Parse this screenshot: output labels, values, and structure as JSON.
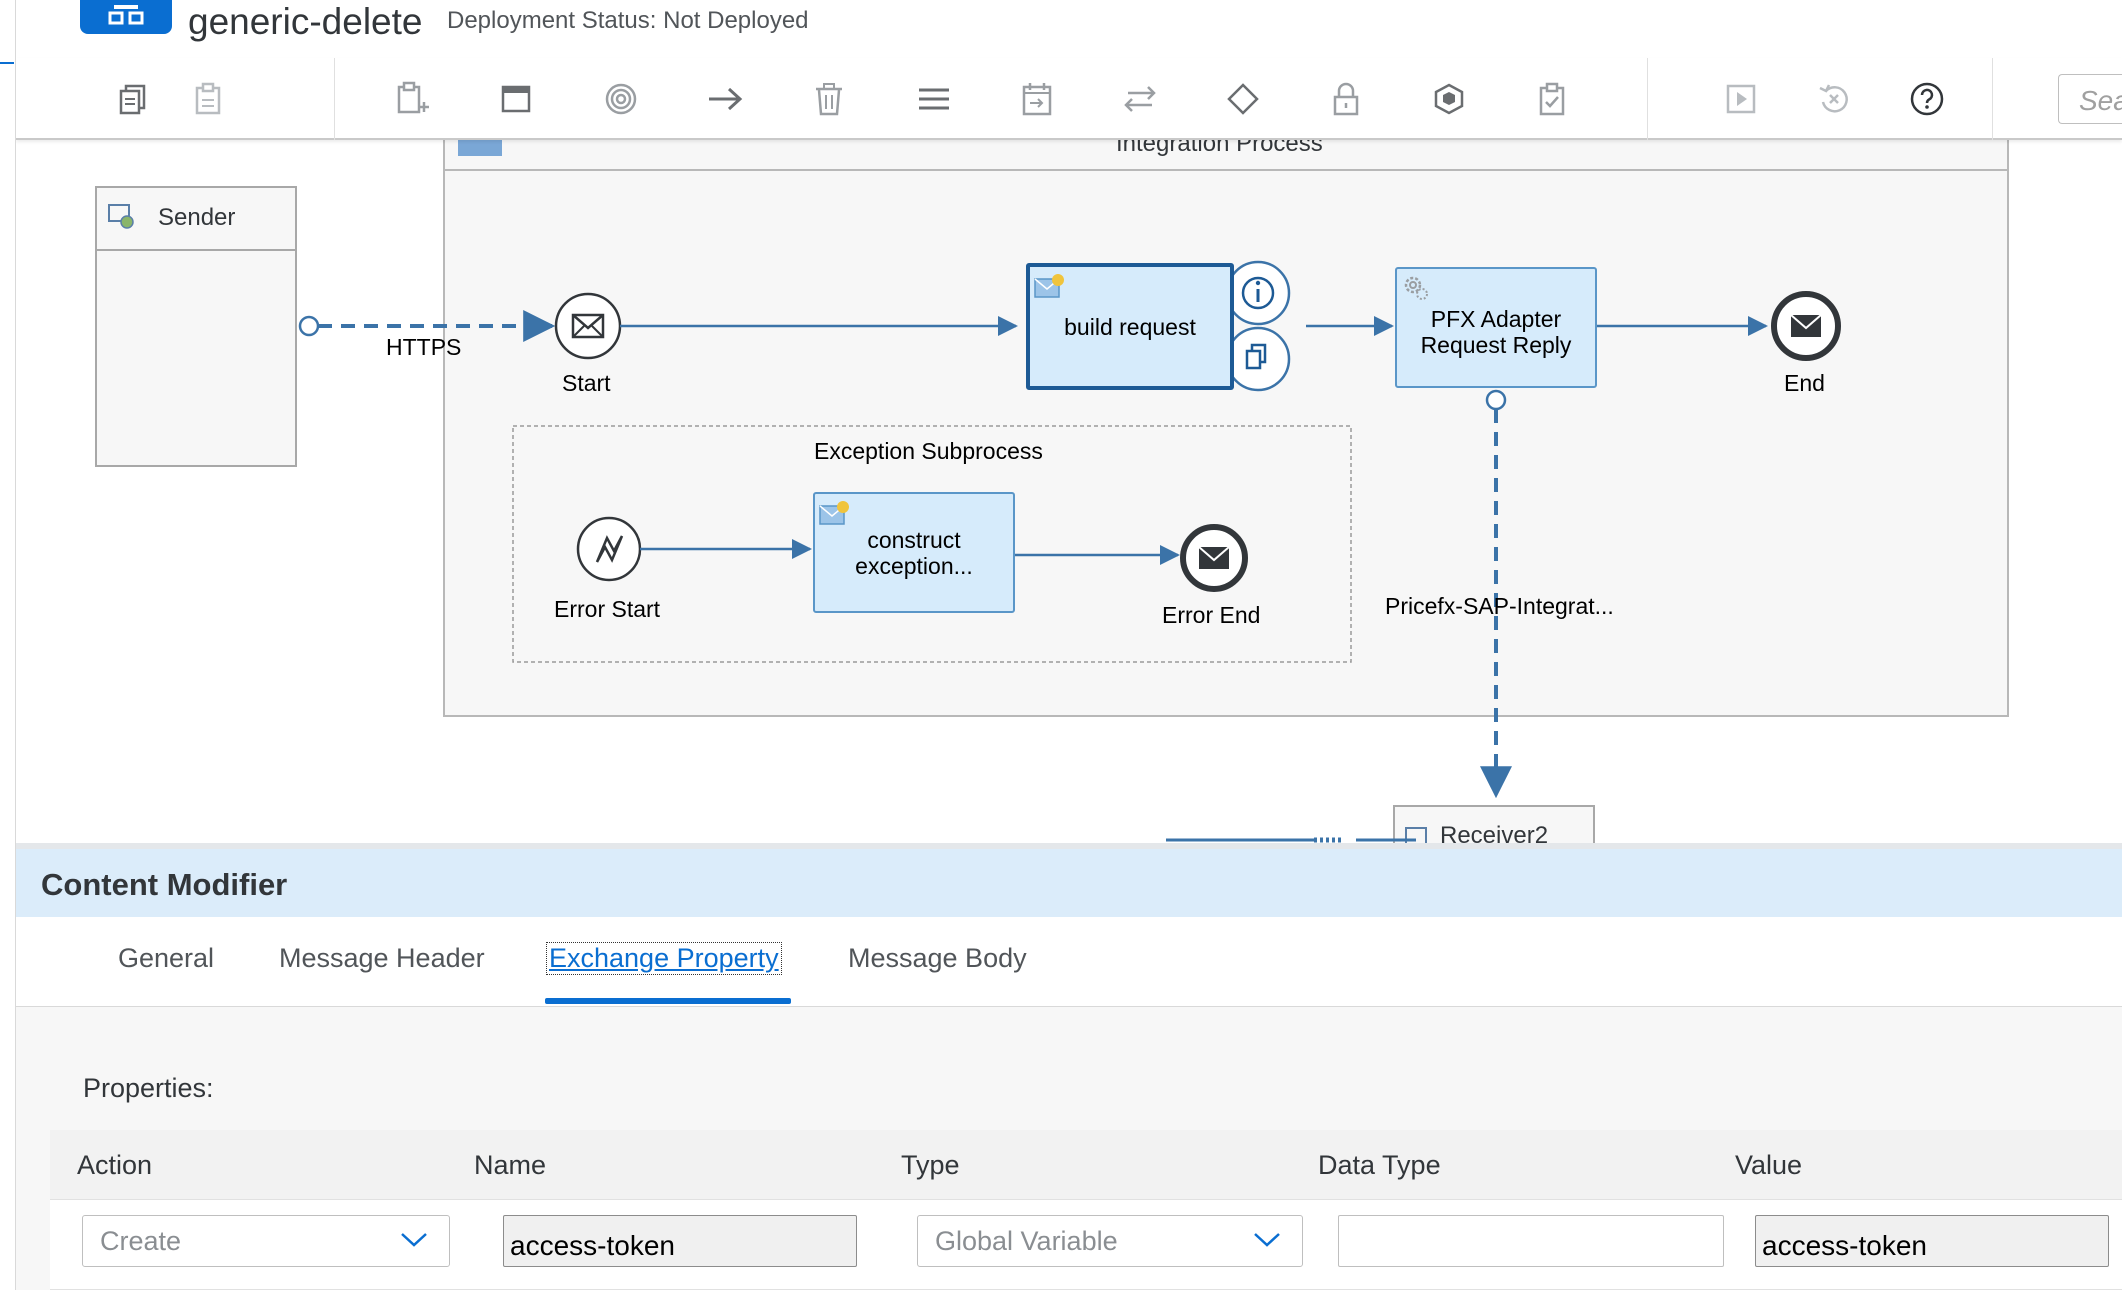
{
  "header": {
    "title": "generic-delete",
    "deployment_status": "Deployment Status: Not Deployed"
  },
  "toolbar": {
    "icons": [
      "copy-icon",
      "paste-icon",
      "add-step-icon",
      "container-icon",
      "target-icon",
      "arrow-right-icon",
      "trash-icon",
      "menu-lines-icon",
      "calendar-icon",
      "swap-arrows-icon",
      "diamond-icon",
      "lock-icon",
      "package-icon",
      "clipboard-check-icon",
      "play-icon",
      "undo-icon",
      "help-icon"
    ],
    "search_placeholder": "Sea"
  },
  "canvas": {
    "integration_process_label": "Integration Process",
    "sender_label": "Sender",
    "https_label": "HTTPS",
    "start_label": "Start",
    "build_request_label": "build request",
    "pfx_adapter_label": "PFX Adapter Request Reply",
    "end_label": "End",
    "exception_subprocess_label": "Exception Subprocess",
    "error_start_label": "Error Start",
    "construct_exception_label": "construct exception...",
    "error_end_label": "Error End",
    "receiver_channel_label": "Pricefx-SAP-Integrat...",
    "receiver_label": "Receiver2"
  },
  "panel": {
    "title": "Content Modifier",
    "tabs": [
      {
        "label": "General"
      },
      {
        "label": "Message Header"
      },
      {
        "label": "Exchange Property"
      },
      {
        "label": "Message Body"
      }
    ],
    "active_tab": "Exchange Property",
    "properties_label": "Properties:",
    "table": {
      "columns": [
        "Action",
        "Name",
        "Type",
        "Data Type",
        "Value"
      ],
      "rows": [
        {
          "action": "Create",
          "name": "access-token",
          "type": "Global Variable",
          "data_type": "",
          "value": "access-token"
        }
      ]
    }
  },
  "colors": {
    "accent": "#0a6ed1",
    "step_fill": "#d6ebfb",
    "step_border": "#5a96c8",
    "flow_line": "#3b73a8",
    "panel_header": "#dbecfa"
  }
}
